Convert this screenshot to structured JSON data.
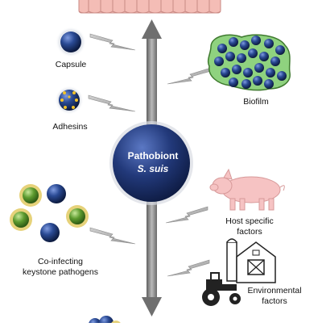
{
  "center": {
    "title": "Pathobiont",
    "subtitle": "S. suis"
  },
  "factors": {
    "capsule": "Capsule",
    "adhesins": "Adhesins",
    "biofilm": "Biofilm",
    "coinfecting_line1": "Co-infecting",
    "coinfecting_line2": "keystone pathogens",
    "host_line1": "Host specific",
    "host_line2": "factors",
    "env_line1": "Environmental",
    "env_line2": "factors"
  },
  "colors": {
    "bacterium": "#1f3a78",
    "center_sphere": "#243a6e",
    "biofilm_matrix": "#8fd27f",
    "epithelium": "#f3b9b3",
    "pig": "#f6c3c3",
    "arrow": "#8a8a8a"
  }
}
